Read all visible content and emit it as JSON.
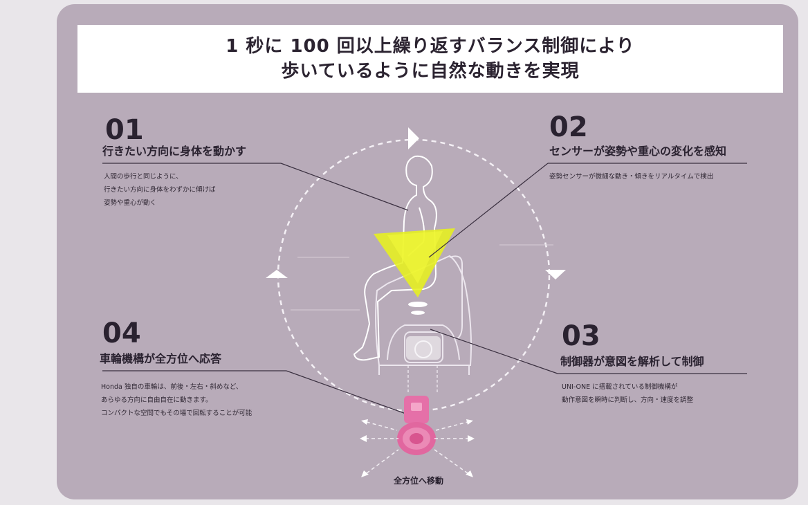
{
  "title": {
    "line1": "1 秒に 100 回以上繰り返すバランス制御により",
    "line2": "歩いているように自然な動きを実現"
  },
  "steps": [
    {
      "number": "01",
      "heading": "行きたい方向に身体を動かす",
      "lines": [
        "人間の歩行と同じように、",
        "行きたい方向に身体をわずかに傾けば",
        "姿勢や重心が動く"
      ]
    },
    {
      "number": "02",
      "heading": "センサーが姿勢や重心の変化を感知",
      "lines": [
        "姿勢センサーが微細な動き・傾きをリアルタイムで検出"
      ]
    },
    {
      "number": "03",
      "heading": "制御器が意図を解析して制御",
      "lines": [
        "UNI-ONE に搭載されている制御機構が",
        "動作意図を瞬時に判断し、方向・速度を調整"
      ]
    },
    {
      "number": "04",
      "heading": "車輪機構が全方位へ応答",
      "lines": [
        "Honda 独自の車輪は、前後・左右・斜めなど、",
        "あらゆる方向に自由自在に動きます。",
        "コンパクトな空間でもその場で回転することが可能"
      ]
    }
  ],
  "bottom_label": "全方位へ移動",
  "colors": {
    "panel": "#b8abb9",
    "sensor_highlight": "#e6f01e",
    "wheel": "#e1679f",
    "text": "#2a2230"
  },
  "icons": [
    "person-seated-icon",
    "vehicle-icon",
    "sensor-cone-icon",
    "wheel-icon",
    "direction-arrows-icon"
  ]
}
